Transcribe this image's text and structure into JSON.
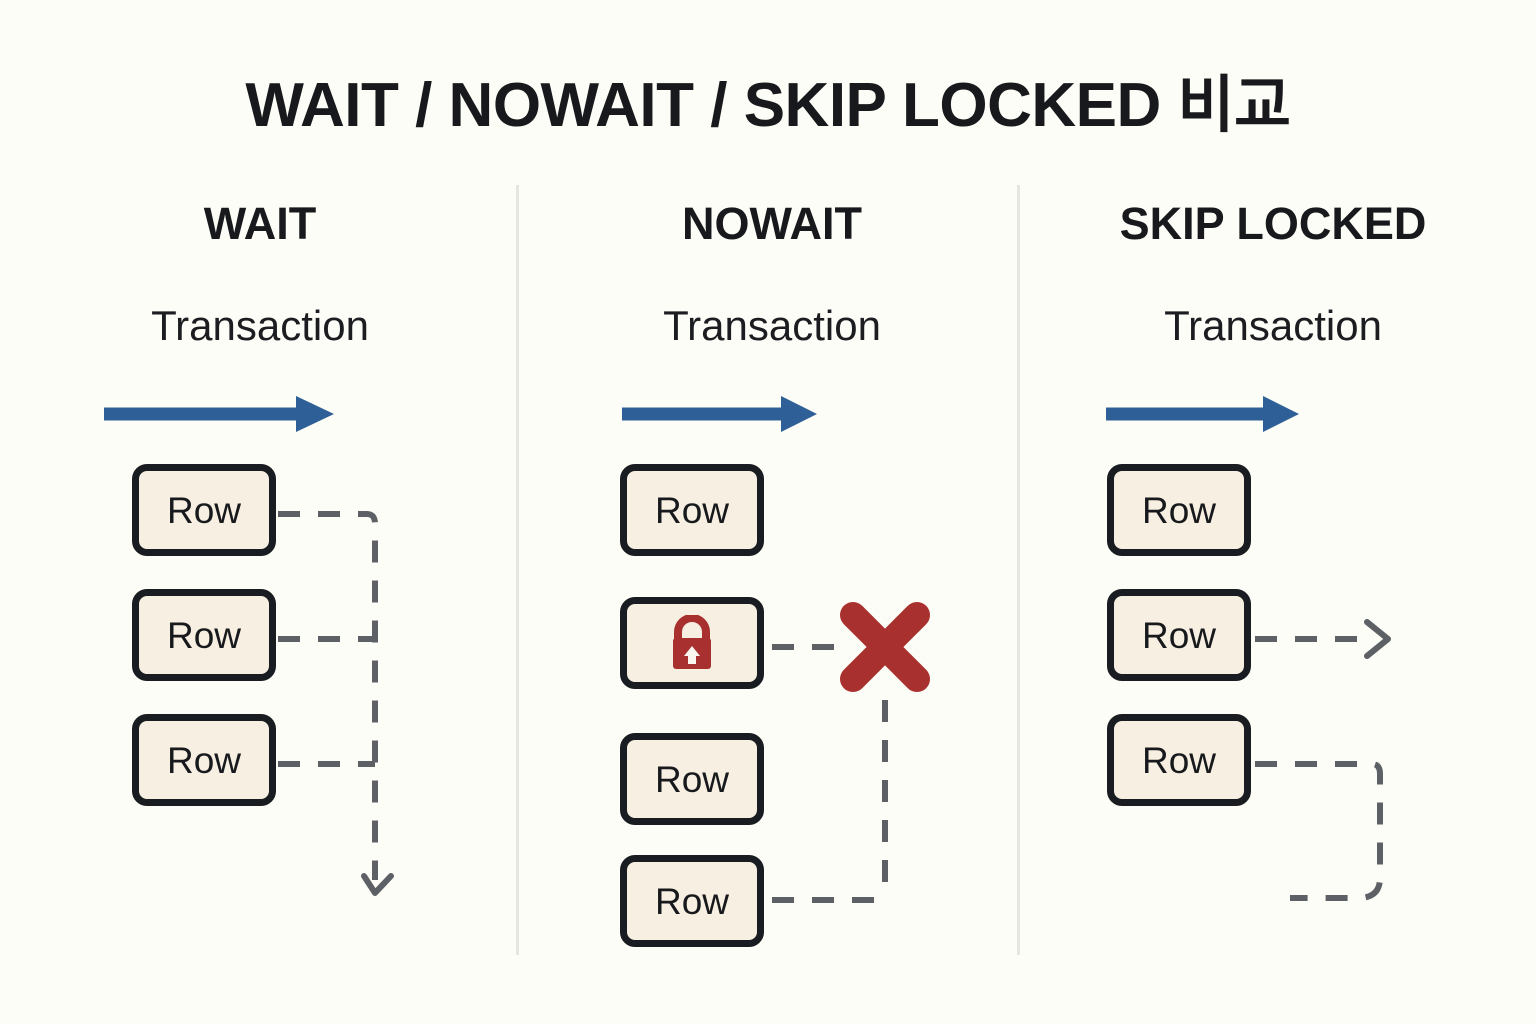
{
  "title": "WAIT / NOWAIT / SKIP LOCKED 비교",
  "colors": {
    "background": "#fdfdf7",
    "box_fill": "#f7efe2",
    "box_border": "#191c20",
    "arrow_blue": "#2e5f96",
    "dashed_gray": "#5d6166",
    "lock_red": "#a8302f",
    "x_red": "#a8302f",
    "divider": "#e6e6e2",
    "text": "#17191c"
  },
  "columns": [
    {
      "id": "wait",
      "title": "WAIT",
      "subtitle": "Transaction",
      "timeline_arrow": "transaction-timeline-arrow",
      "rows": [
        {
          "label": "Row",
          "locked": false
        },
        {
          "label": "Row",
          "locked": false
        },
        {
          "label": "Row",
          "locked": false
        }
      ],
      "flow": "all-rows-join-vertical-spine-ending-in-down-arrow"
    },
    {
      "id": "nowait",
      "title": "NOWAIT",
      "subtitle": "Transaction",
      "timeline_arrow": "transaction-timeline-arrow",
      "rows": [
        {
          "label": "Row",
          "locked": false
        },
        {
          "label": "",
          "locked": true,
          "icon": "lock-icon"
        },
        {
          "label": "Row",
          "locked": false
        },
        {
          "label": "Row",
          "locked": false
        }
      ],
      "error_marker": "error-x-icon",
      "flow": "locked-row-hits-error-x-then-aborts-to-last-row"
    },
    {
      "id": "skip",
      "title": "SKIP LOCKED",
      "subtitle": "Transaction",
      "timeline_arrow": "transaction-timeline-arrow",
      "rows": [
        {
          "label": "Row",
          "locked": false
        },
        {
          "label": "Row",
          "locked": false
        },
        {
          "label": "Row",
          "locked": false
        }
      ],
      "flow": "second-row-exits-right-third-row-routes-down-and-back-left"
    }
  ]
}
